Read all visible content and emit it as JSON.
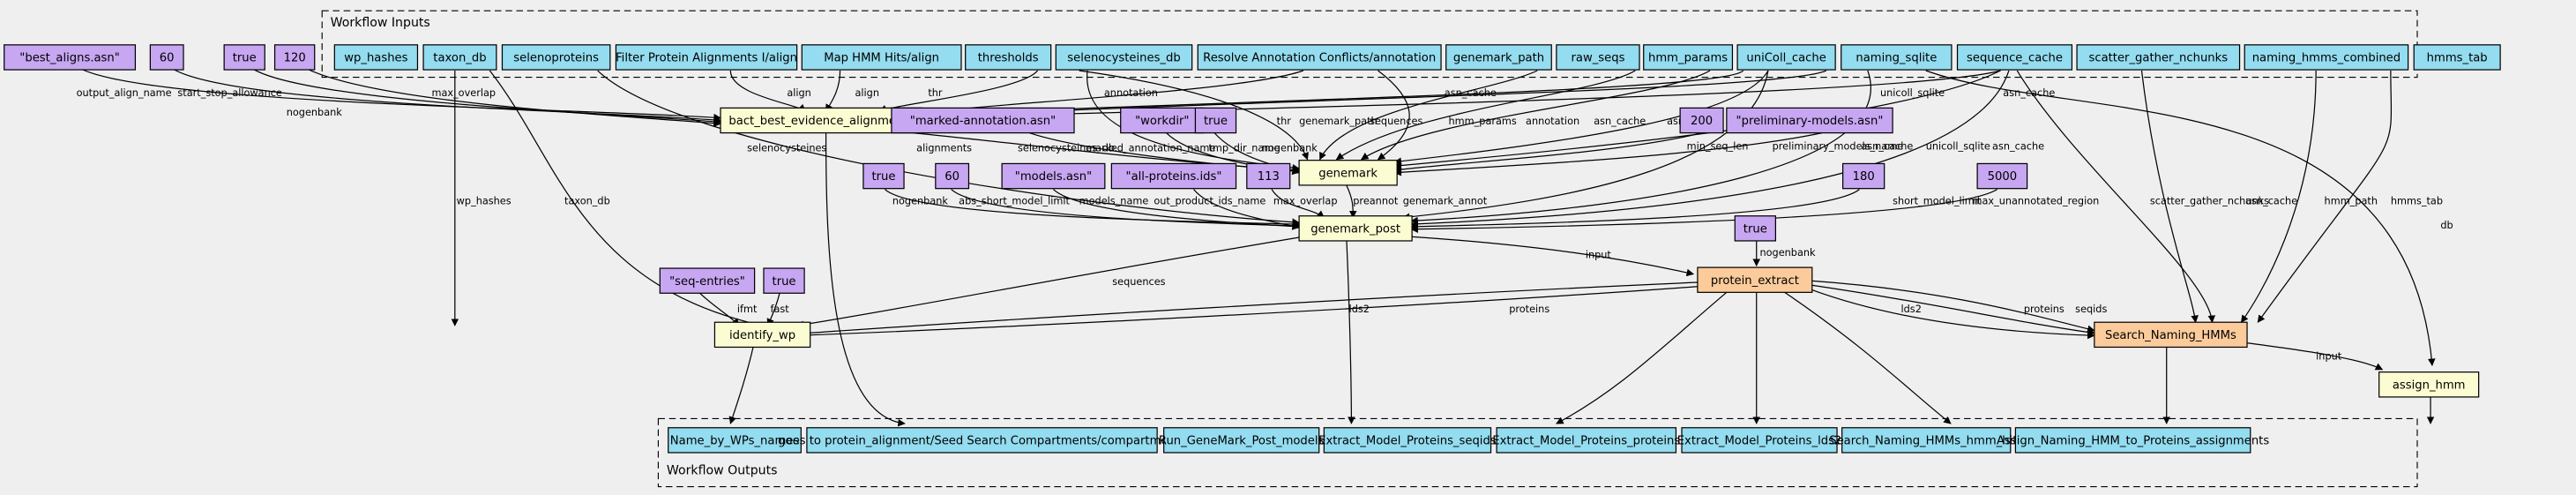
{
  "colors": {
    "background": "#efefef",
    "io_node": "#94dcef",
    "literal_node": "#c7a6f2",
    "task_node": "#fcfcd2",
    "heavy_task_node": "#fbcb9b"
  },
  "clusters": {
    "inputs_title": "Workflow Inputs",
    "outputs_title": "Workflow Outputs"
  },
  "inputs": [
    {
      "id": "wp_hashes",
      "label": "wp_hashes"
    },
    {
      "id": "taxon_db",
      "label": "taxon_db"
    },
    {
      "id": "selenoproteins",
      "label": "selenoproteins"
    },
    {
      "id": "fpa",
      "label": "Filter Protein Alignments I/align"
    },
    {
      "id": "mhmm",
      "label": "Map HMM Hits/align"
    },
    {
      "id": "thresholds",
      "label": "thresholds"
    },
    {
      "id": "selenocysteines_db",
      "label": "selenocysteines_db"
    },
    {
      "id": "rac",
      "label": "Resolve Annotation Conflicts/annotation"
    },
    {
      "id": "genemark_path",
      "label": "genemark_path"
    },
    {
      "id": "raw_seqs",
      "label": "raw_seqs"
    },
    {
      "id": "hmm_params",
      "label": "hmm_params"
    },
    {
      "id": "unicoll_cache",
      "label": "uniColl_cache"
    },
    {
      "id": "naming_sqlite",
      "label": "naming_sqlite"
    },
    {
      "id": "sequence_cache",
      "label": "sequence_cache"
    },
    {
      "id": "sgn",
      "label": "scatter_gather_nchunks"
    },
    {
      "id": "nhc",
      "label": "naming_hmms_combined"
    },
    {
      "id": "hmms_tab",
      "label": "hmms_tab"
    }
  ],
  "outputs": [
    {
      "id": "o1",
      "label": "Name_by_WPs_names"
    },
    {
      "id": "o2",
      "label": "goes to protein_alignment/Seed Search Compartments/compartments"
    },
    {
      "id": "o3",
      "label": "Run_GeneMark_Post_models"
    },
    {
      "id": "o4",
      "label": "Extract_Model_Proteins_seqids"
    },
    {
      "id": "o5",
      "label": "Extract_Model_Proteins_proteins"
    },
    {
      "id": "o6",
      "label": "Extract_Model_Proteins_lds2"
    },
    {
      "id": "o7",
      "label": "Search_Naming_HMMs_hmm_hits"
    },
    {
      "id": "o8",
      "label": "Assign_Naming_HMM_to_Proteins_assignments"
    }
  ],
  "tasks": [
    {
      "id": "bact",
      "label": "bact_best_evidence_alignments"
    },
    {
      "id": "genemark",
      "label": "genemark"
    },
    {
      "id": "genemark_post",
      "label": "genemark_post"
    },
    {
      "id": "protein_extract",
      "label": "protein_extract"
    },
    {
      "id": "identify_wp",
      "label": "identify_wp"
    },
    {
      "id": "search_naming",
      "label": "Search_Naming_HMMs"
    },
    {
      "id": "assign_hmm",
      "label": "assign_hmm"
    }
  ],
  "literals": [
    {
      "id": "l_best_aligns",
      "label": "\"best_aligns.asn\""
    },
    {
      "id": "l_60a",
      "label": "60"
    },
    {
      "id": "l_true_a",
      "label": "true"
    },
    {
      "id": "l_120",
      "label": "120"
    },
    {
      "id": "l_marked",
      "label": "\"marked-annotation.asn\""
    },
    {
      "id": "l_workdir",
      "label": "\"workdir\""
    },
    {
      "id": "l_true_b",
      "label": "true"
    },
    {
      "id": "l_200",
      "label": "200"
    },
    {
      "id": "l_prelim",
      "label": "\"preliminary-models.asn\""
    },
    {
      "id": "l_true_c",
      "label": "true"
    },
    {
      "id": "l_60b",
      "label": "60"
    },
    {
      "id": "l_models",
      "label": "\"models.asn\""
    },
    {
      "id": "l_allprot",
      "label": "\"all-proteins.ids\""
    },
    {
      "id": "l_113",
      "label": "113"
    },
    {
      "id": "l_180",
      "label": "180"
    },
    {
      "id": "l_5000",
      "label": "5000"
    },
    {
      "id": "l_true_d",
      "label": "true"
    },
    {
      "id": "l_seqentries",
      "label": "\"seq-entries\""
    },
    {
      "id": "l_true_e",
      "label": "true"
    }
  ],
  "edge_labels": [
    {
      "id": "e_output_align_name",
      "label": "output_align_name"
    },
    {
      "id": "e_start_stop",
      "label": "start_stop_allowance"
    },
    {
      "id": "e_nogenbank_a",
      "label": "nogenbank"
    },
    {
      "id": "e_max_overlap_a",
      "label": "max_overlap"
    },
    {
      "id": "e_align_1",
      "label": "align"
    },
    {
      "id": "e_align_2",
      "label": "align"
    },
    {
      "id": "e_thr_a",
      "label": "thr"
    },
    {
      "id": "e_annotation_a",
      "label": "annotation"
    },
    {
      "id": "e_asn_cache_a",
      "label": "asn_cache"
    },
    {
      "id": "e_unicoll_sqlite_a",
      "label": "unicoll_sqlite"
    },
    {
      "id": "e_asn_cache_b",
      "label": "asn_cache"
    },
    {
      "id": "e_alignments",
      "label": "alignments"
    },
    {
      "id": "e_selenocysteines_db",
      "label": "selenocysteines_db"
    },
    {
      "id": "e_marked_annotation_name",
      "label": "marked_annotation_name"
    },
    {
      "id": "e_tmp_dir_name",
      "label": "tmp_dir_name"
    },
    {
      "id": "e_nogenbank_b",
      "label": "nogenbank"
    },
    {
      "id": "e_thr_b",
      "label": "thr"
    },
    {
      "id": "e_genemark_path",
      "label": "genemark_path"
    },
    {
      "id": "e_sequences_a",
      "label": "sequences"
    },
    {
      "id": "e_hmm_params",
      "label": "hmm_params"
    },
    {
      "id": "e_annotation_b",
      "label": "annotation"
    },
    {
      "id": "e_asn_cache_c",
      "label": "asn_cache"
    },
    {
      "id": "e_asn_cache_d",
      "label": "asn_cache"
    },
    {
      "id": "e_min_seq_len",
      "label": "min_seq_len"
    },
    {
      "id": "e_preliminary_models_name",
      "label": "preliminary_models_name"
    },
    {
      "id": "e_asn_cache_e",
      "label": "asn_cache"
    },
    {
      "id": "e_unicoll_sqlite_b",
      "label": "unicoll_sqlite"
    },
    {
      "id": "e_asn_cache_f",
      "label": "asn_cache"
    },
    {
      "id": "e_selenocysteines",
      "label": "selenocysteines"
    },
    {
      "id": "e_nogenbank_c",
      "label": "nogenbank"
    },
    {
      "id": "e_abs_short_model_limit",
      "label": "abs_short_model_limit"
    },
    {
      "id": "e_models_name",
      "label": "models_name"
    },
    {
      "id": "e_out_product_ids_name",
      "label": "out_product_ids_name"
    },
    {
      "id": "e_max_overlap_b",
      "label": "max_overlap"
    },
    {
      "id": "e_preannot",
      "label": "preannot"
    },
    {
      "id": "e_genemark_annot",
      "label": "genemark_annot"
    },
    {
      "id": "e_short_model_limit",
      "label": "short_model_limit"
    },
    {
      "id": "e_max_unannotated_region",
      "label": "max_unannotated_region"
    },
    {
      "id": "e_wp_hashes",
      "label": "wp_hashes"
    },
    {
      "id": "e_taxon_db",
      "label": "taxon_db"
    },
    {
      "id": "e_scatter_gather_nchunks",
      "label": "scatter_gather_nchunks"
    },
    {
      "id": "e_asn_cache_g",
      "label": "asn_cache"
    },
    {
      "id": "e_hmm_path",
      "label": "hmm_path"
    },
    {
      "id": "e_hmms_tab",
      "label": "hmms_tab"
    },
    {
      "id": "e_db",
      "label": "db"
    },
    {
      "id": "e_nogenbank_d",
      "label": "nogenbank"
    },
    {
      "id": "e_input_a",
      "label": "input"
    },
    {
      "id": "e_sequences_b",
      "label": "sequences"
    },
    {
      "id": "e_lds2_a",
      "label": "lds2"
    },
    {
      "id": "e_ifmt",
      "label": "ifmt"
    },
    {
      "id": "e_fast",
      "label": "fast"
    },
    {
      "id": "e_proteins_a",
      "label": "proteins"
    },
    {
      "id": "e_lds2_b",
      "label": "lds2"
    },
    {
      "id": "e_proteins_b",
      "label": "proteins"
    },
    {
      "id": "e_seqids",
      "label": "seqids"
    },
    {
      "id": "e_input_b",
      "label": "input"
    }
  ]
}
